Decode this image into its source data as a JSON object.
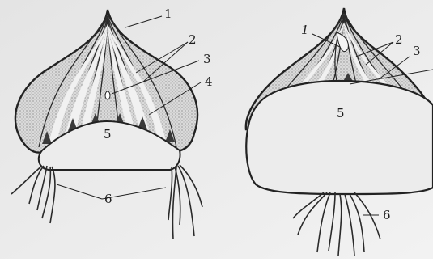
{
  "colors": {
    "paper": "#e9e9e9",
    "ink": "#2a2a2a",
    "scale_fill": "#dcdcdc",
    "stipple": "#7a7a7a",
    "plate": "#ececec"
  },
  "figures": [
    {
      "id": "left-bulb",
      "callouts": [
        {
          "id": "l1",
          "text": "1"
        },
        {
          "id": "l2",
          "text": "2"
        },
        {
          "id": "l3",
          "text": "3"
        },
        {
          "id": "l4",
          "text": "4"
        },
        {
          "id": "l5",
          "text": "5"
        },
        {
          "id": "l6",
          "text": "6"
        }
      ]
    },
    {
      "id": "right-bulb",
      "callouts": [
        {
          "id": "r1",
          "text": "1"
        },
        {
          "id": "r2",
          "text": "2"
        },
        {
          "id": "r3",
          "text": "3"
        },
        {
          "id": "r5",
          "text": "5"
        },
        {
          "id": "r6",
          "text": "6"
        }
      ]
    }
  ]
}
